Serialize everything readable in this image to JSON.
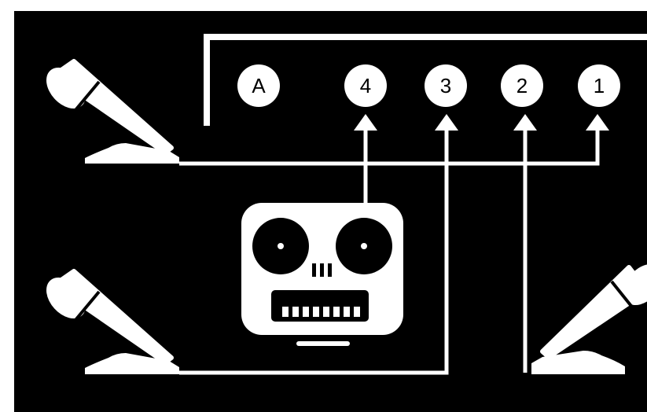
{
  "diagram": {
    "background_color": "#000000",
    "foreground_color": "#ffffff",
    "nodes": [
      {
        "id": "A",
        "label": "A"
      },
      {
        "id": "4",
        "label": "4"
      },
      {
        "id": "3",
        "label": "3"
      },
      {
        "id": "2",
        "label": "2"
      },
      {
        "id": "1",
        "label": "1"
      }
    ],
    "devices": [
      {
        "name": "microphone-top-left",
        "icon": "microphone-icon",
        "connects_to": "1"
      },
      {
        "name": "microphone-bottom-left",
        "icon": "microphone-icon",
        "connects_to": "3"
      },
      {
        "name": "microphone-bottom-right",
        "icon": "microphone-icon",
        "connects_to": "2"
      },
      {
        "name": "tape-recorder",
        "icon": "reel-to-reel-tape-recorder-icon",
        "connects_to": "4"
      }
    ]
  }
}
